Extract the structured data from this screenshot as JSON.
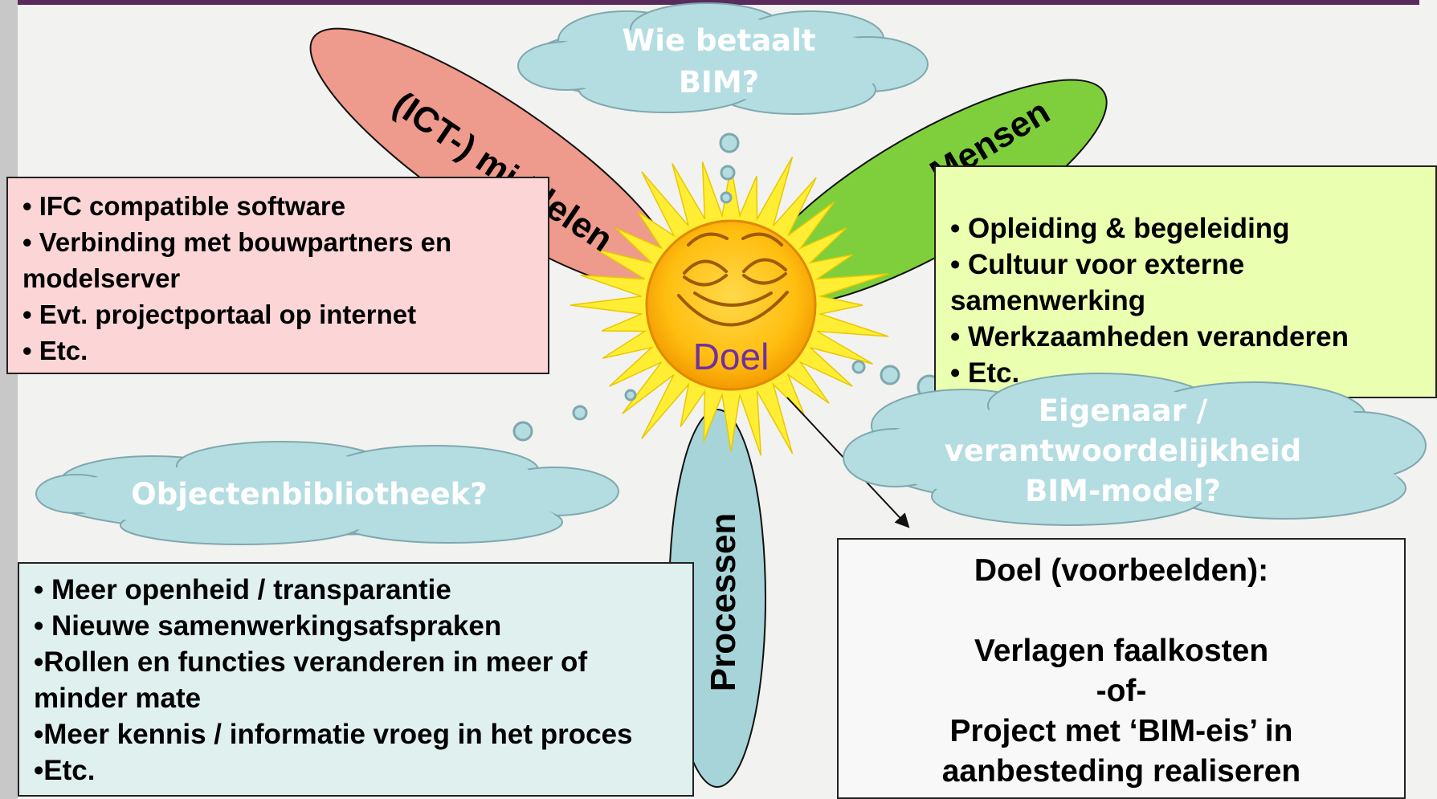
{
  "diagram": {
    "center_label": "Doel",
    "petals": {
      "ict": "(ICT-) middelen",
      "mensen": "Mensen",
      "processen": "Processen"
    },
    "clouds": {
      "wie_betaalt": [
        "Wie betaalt",
        "BIM?"
      ],
      "objecten": [
        "Objectenbibliotheek?"
      ],
      "eigenaar": [
        "Eigenaar  /",
        "verantwoordelijkheid",
        "BIM-model?"
      ]
    },
    "ict_box": {
      "items": [
        "• IFC compatible software",
        "• Verbinding met bouwpartners en",
        "modelserver",
        "• Evt. projectportaal op internet",
        "• Etc."
      ]
    },
    "mensen_box": {
      "items": [
        "• Opleiding & begeleiding",
        "• Cultuur voor externe",
        "samenwerking",
        "• Werkzaamheden veranderen",
        "• Etc."
      ]
    },
    "processen_box": {
      "items": [
        "•  Meer openheid / transparantie",
        "• Nieuwe samenwerkingsafspraken",
        "•Rollen en functies veranderen in meer of",
        "minder mate",
        "•Meer kennis / informatie vroeg in het proces",
        "•Etc."
      ]
    },
    "doel_box": {
      "heading": "Doel (voorbeelden):",
      "line1": "Verlagen faalkosten",
      "line2": "-of-",
      "line3": "Project met ‘BIM-eis’ in",
      "line4": "aanbesteding realiseren"
    },
    "colors": {
      "header_bar": "#5a2a5c",
      "background": "#f2f2f0",
      "ict_petal": "#ee9a8c",
      "mensen_petal": "#7fcf3c",
      "processen_petal": "#a6d4d8",
      "cloud_fill": "#b4dde2",
      "cloud_text": "#ffffff",
      "sun_ray": "#ffee33",
      "sun_face": "#ffb800",
      "doel_text": "#7030a0",
      "ict_box_bg": "#fcd6d7",
      "mensen_box_bg": "#eaffb0",
      "processen_box_bg": "#dff0ee"
    }
  }
}
